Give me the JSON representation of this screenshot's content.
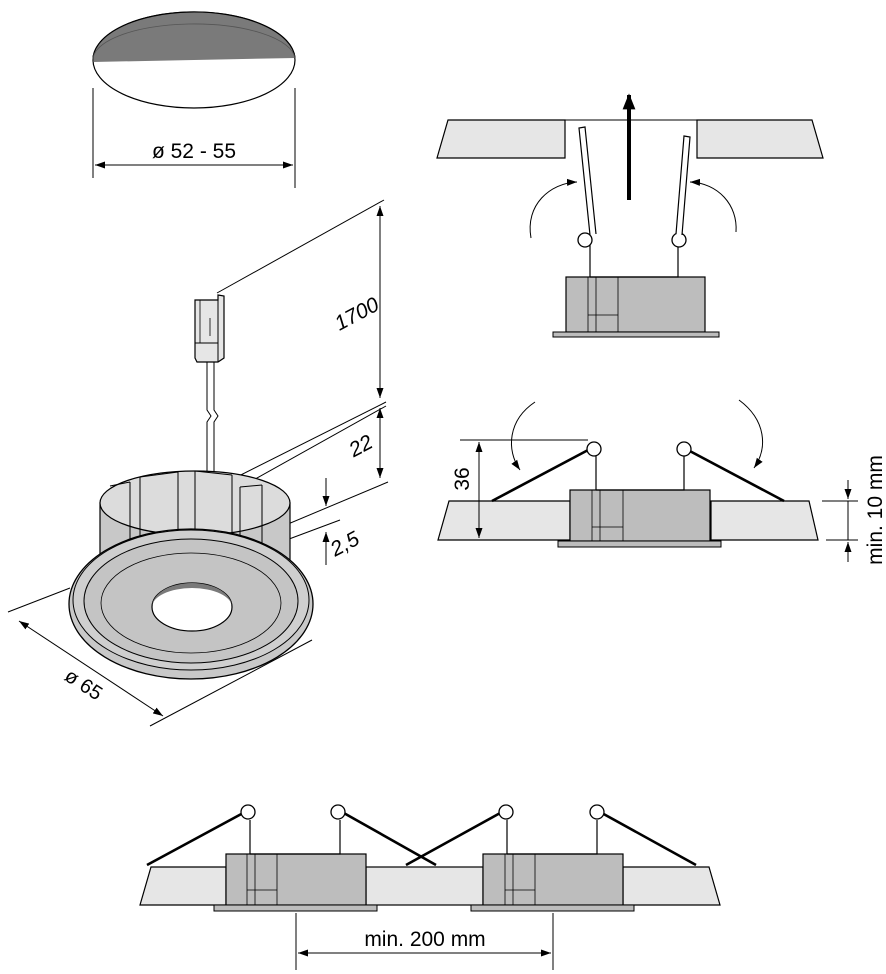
{
  "labels": {
    "cutout_diameter": "ø 52 - 55",
    "cable_length": "1700",
    "install_depth": "22",
    "flange_height": "2,5",
    "outer_diameter": "ø 65",
    "clip_height": "36",
    "min_thickness": "min. 10 mm",
    "min_spacing": "min. 200 mm"
  },
  "colors": {
    "line": "#000000",
    "panel_fill": "#e6e6e6",
    "housing_fill": "#bdbdbd",
    "hole_fill": "#7a7a7a",
    "light_fill": "#ffffff"
  }
}
